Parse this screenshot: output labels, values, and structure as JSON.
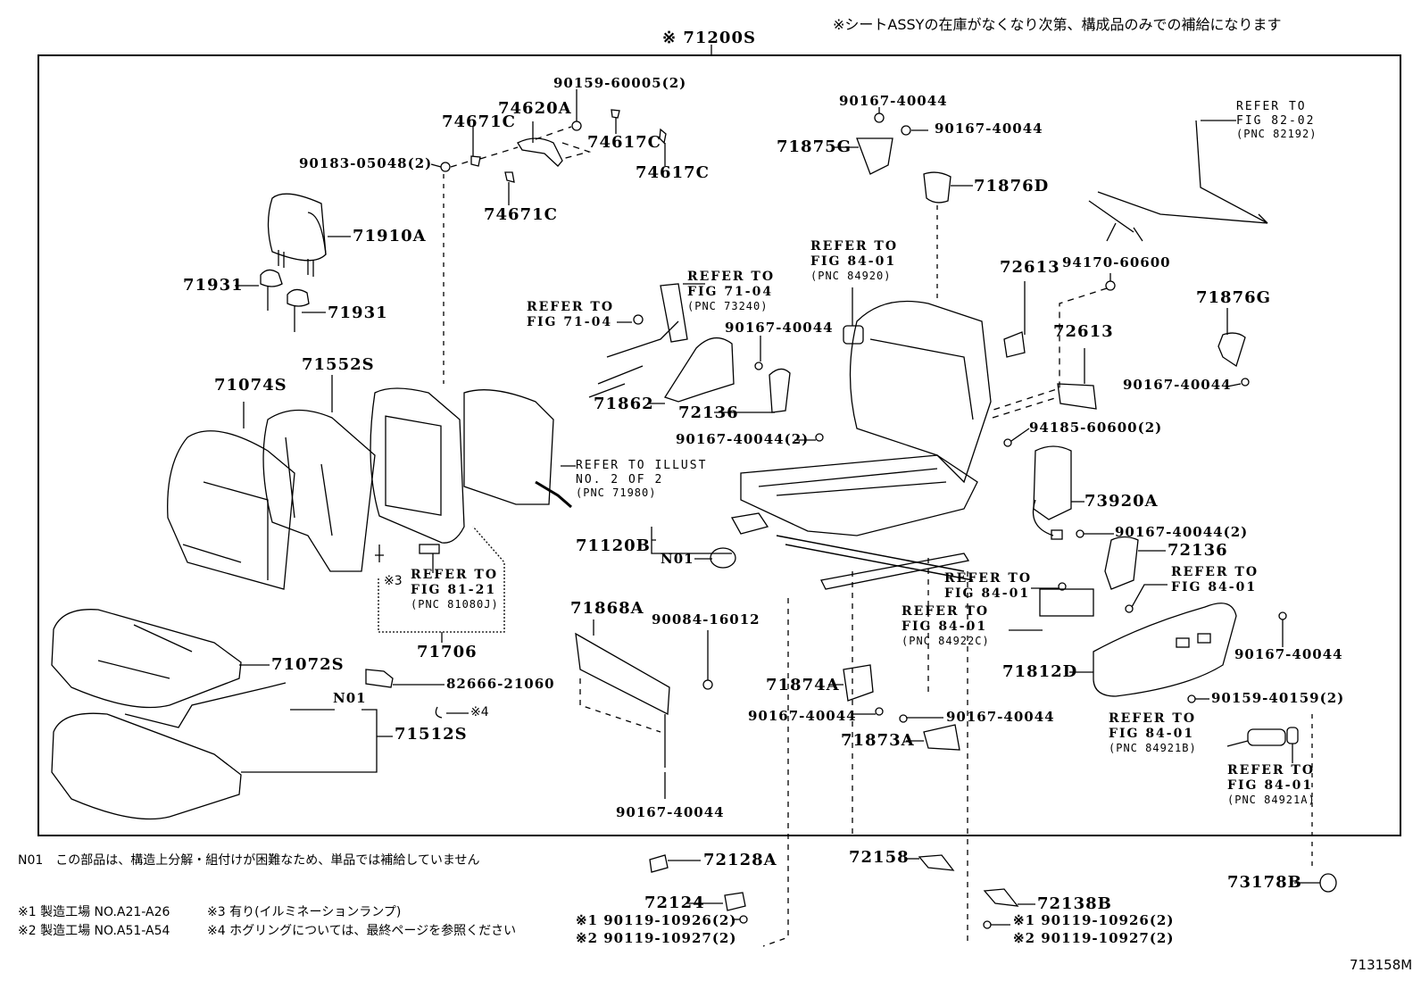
{
  "header": {
    "assembly_label": "※ 71200S",
    "supply_note": "※シートASSYの在庫がなくなり次第、構成品のみでの補給になります"
  },
  "parts": {
    "p90159_60005": "90159-60005(2)",
    "p74620A": "74620A",
    "p74671C_top": "74671C",
    "p74617C_a": "74617C",
    "p74617C_b": "74617C",
    "p90183_05048": "90183-05048(2)",
    "p74671C_bottom": "74671C",
    "p71910A": "71910A",
    "p71931_a": "71931",
    "p71931_b": "71931",
    "p71074S": "71074S",
    "p71552S": "71552S",
    "p90167_40044_top1": "90167-40044",
    "p90167_40044_top2": "90167-40044",
    "p71875G": "71875G",
    "p71876D": "71876D",
    "p72613_a": "72613",
    "p94170_60600": "94170-60600",
    "p72613_b": "72613",
    "p71876G": "71876G",
    "p90167_40044_right": "90167-40044",
    "p90167_40044_mid": "90167-40044",
    "p71862": "71862",
    "p72136_a": "72136",
    "p90167_40044_2a": "90167-40044(2)",
    "p94185_60600": "94185-60600(2)",
    "p73920A": "73920A",
    "p90167_40044_2b": "90167-40044(2)",
    "p72136_b": "72136",
    "p71120B": "71120B",
    "n01_seat": "N01",
    "p71868A": "71868A",
    "p90084_16012": "90084-16012",
    "p71812D": "71812D",
    "p90167_40044_arm": "90167-40044",
    "p90159_40159": "90159-40159(2)",
    "p71874A": "71874A",
    "p90167_40044_low1": "90167-40044",
    "p90167_40044_low2": "90167-40044",
    "p71873A": "71873A",
    "p90167_40044_bottom": "90167-40044",
    "star3": "※3",
    "p71706": "71706",
    "p71072S": "71072S",
    "p82666_21060": "82666-21060",
    "n01_cushion": "N01",
    "star4": "※4",
    "p71512S": "71512S",
    "p72128A": "72128A",
    "p72158": "72158",
    "p73178B": "73178B",
    "p72124": "72124",
    "p72138B": "72138B",
    "screw_l_1": "※1 90119-10926(2)",
    "screw_l_2": "※2 90119-10927(2)",
    "screw_r_1": "※1 90119-10926(2)",
    "screw_r_2": "※2 90119-10927(2)"
  },
  "references": {
    "fig82_02": {
      "line1": "REFER TO",
      "line2": "FIG 82-02",
      "line3": "(PNC 82192)"
    },
    "fig84_01_top": {
      "line1": "REFER TO",
      "line2": "FIG 84-01",
      "line3": "(PNC 84920)"
    },
    "fig71_04_a": {
      "line1": "REFER TO",
      "line2": "FIG 71-04",
      "line3": "(PNC 73240)"
    },
    "fig71_04_b": {
      "line1": "REFER TO",
      "line2": "FIG 71-04"
    },
    "illust": {
      "line1": "REFER TO ILLUST",
      "line2": "NO. 2 OF 2",
      "line3": "(PNC 71980)"
    },
    "fig81_21": {
      "line1": "REFER TO",
      "line2": "FIG 81-21",
      "line3": "(PNC 81080J)"
    },
    "fig84_01_a": {
      "line1": "REFER TO",
      "line2": "FIG 84-01"
    },
    "fig84_01_b": {
      "line1": "REFER TO",
      "line2": "FIG 84-01"
    },
    "fig84_01_c": {
      "line1": "REFER TO",
      "line2": "FIG 84-01",
      "line3": "(PNC 84922C)"
    },
    "fig84_01_d": {
      "line1": "REFER TO",
      "line2": "FIG 84-01",
      "line3": "(PNC 84921B)"
    },
    "fig84_01_e": {
      "line1": "REFER TO",
      "line2": "FIG 84-01",
      "line3": "(PNC 84921A)"
    }
  },
  "footnotes": {
    "n01": "N01　この部品は、構造上分解・組付けが困難なため、単品では補給していません",
    "note1": "※1 製造工場 NO.A21-A26",
    "note2": "※2 製造工場 NO.A51-A54",
    "note3": "※3 有り(イルミネーションランプ)",
    "note4": "※4 ホグリングについては、最終ページを参照ください"
  },
  "figure_id": "713158M"
}
